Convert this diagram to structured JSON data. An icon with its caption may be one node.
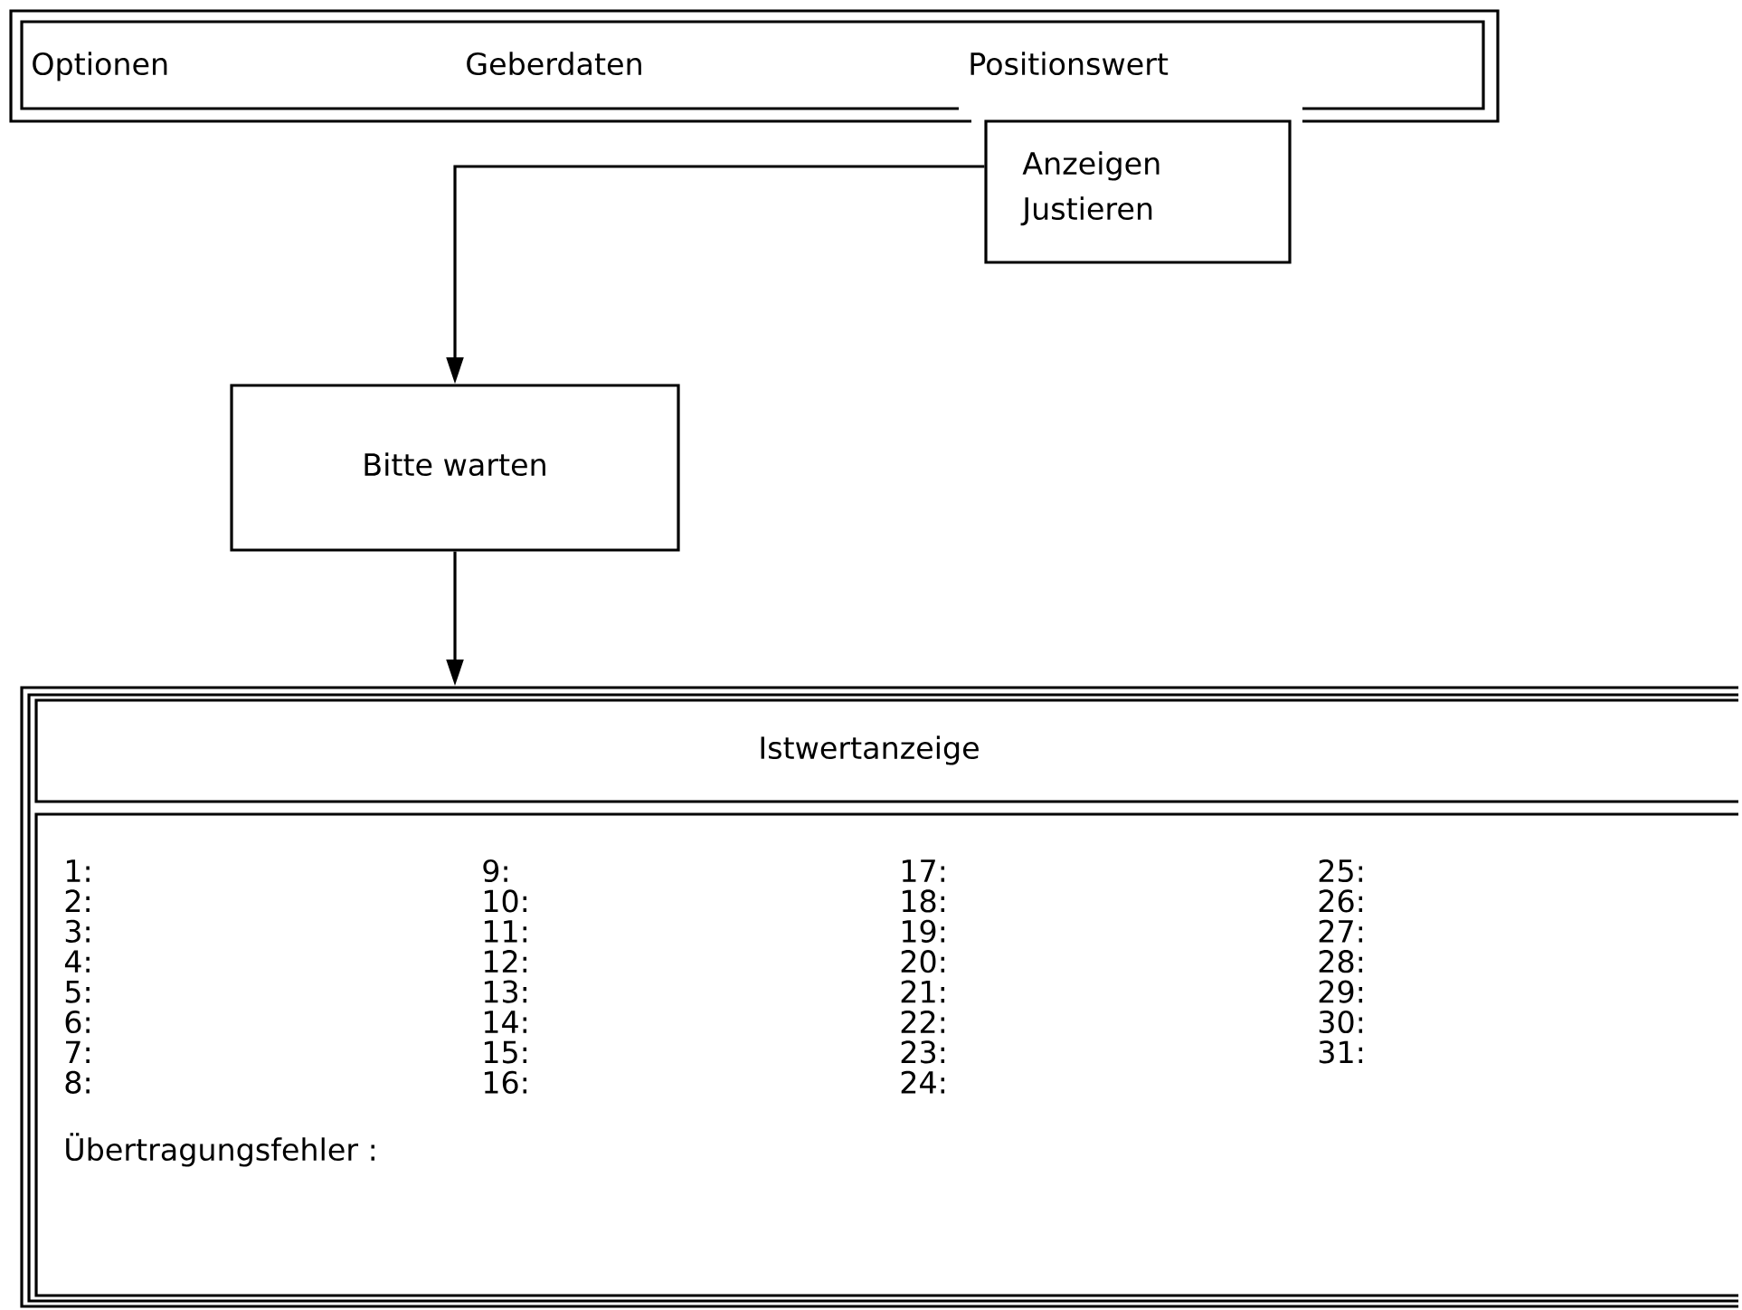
{
  "diagram": {
    "nodes": [
      {
        "text": [
          "Optionen",
          "Geberdaten",
          "Positionswert"
        ]
      },
      {
        "text": [
          "Anzeigen",
          "Justieren"
        ]
      },
      {
        "text": [
          "Bitte warten"
        ]
      },
      {
        "text": [],
        "shape": "box"
      },
      {
        "text": [
          "Istwertanzeige"
        ],
        "in": 3
      },
      {
        "text": [
          "1:",
          "2:",
          "3:",
          "4:",
          "5:",
          "6:",
          "7:",
          "8:",
          "9:",
          "10:",
          "11:",
          "12:",
          "13:",
          "14:",
          "15:",
          "16:",
          "17:",
          "18:",
          "19:",
          "20:",
          "21:",
          "22:",
          "23:",
          "24:",
          "25:",
          "26:",
          "27:",
          "28:",
          "29:",
          "30:",
          "31:",
          "Übertragungsfehler :"
        ],
        "in": 3
      }
    ],
    "edges": [
      {
        "from": 1,
        "to": 2,
        "arrow": "to"
      },
      {
        "from": 2,
        "to": 3,
        "arrow": "to"
      }
    ]
  }
}
